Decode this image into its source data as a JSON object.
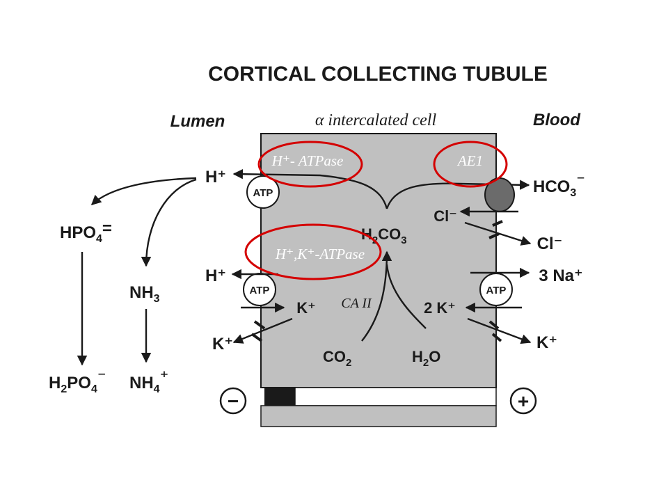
{
  "title": "CORTICAL COLLECTING TUBULE",
  "headers": {
    "lumen": "Lumen",
    "cell": "α intercalated cell",
    "blood": "Blood"
  },
  "transporters": {
    "h_atpase": "H⁺- ATPase",
    "ae1": "AE1",
    "hk_atpase": "H⁺,K⁺-ATPase",
    "ca2": "CA II",
    "atp": "ATP"
  },
  "intracellular": {
    "carbonic_acid_main": "H",
    "carbonic_acid_sub": "2",
    "carbonic_acid_rest": "CO",
    "carbonic_acid_sub2": "3",
    "co2_main": "CO",
    "co2_sub": "2",
    "h2o_main": "H",
    "h2o_sub": "2",
    "h2o_rest": "O",
    "k_in_left": "K⁺",
    "k_in_right": "2 K⁺",
    "cl_in": "Cl⁻"
  },
  "lumen_side": {
    "h_top": "H⁺",
    "h_mid": "H⁺",
    "k_out": "K⁺",
    "hpo4_main": "HPO",
    "hpo4_sub": "4",
    "hpo4_charge": "=",
    "nh3_main": "NH",
    "nh3_sub": "3",
    "h2po4_main": "H",
    "h2po4_sub": "2",
    "h2po4_rest": "PO",
    "h2po4_sub2": "4",
    "h2po4_charge": "⁻",
    "nh4_main": "NH",
    "nh4_sub": "4",
    "nh4_charge": "⁺",
    "minus_sign": "−"
  },
  "blood_side": {
    "hco3_main": "HCO",
    "hco3_sub": "3",
    "hco3_charge": "⁻",
    "cl_out": "Cl⁻",
    "na_out": "3 Na⁺",
    "k_out": "K⁺",
    "plus_sign": "+"
  },
  "colors": {
    "cell_fill": "#c0c0c0",
    "highlight_ring": "#d40000",
    "ae1_exchanger": "#6b6b6b",
    "junction": "#1a1a1a"
  }
}
